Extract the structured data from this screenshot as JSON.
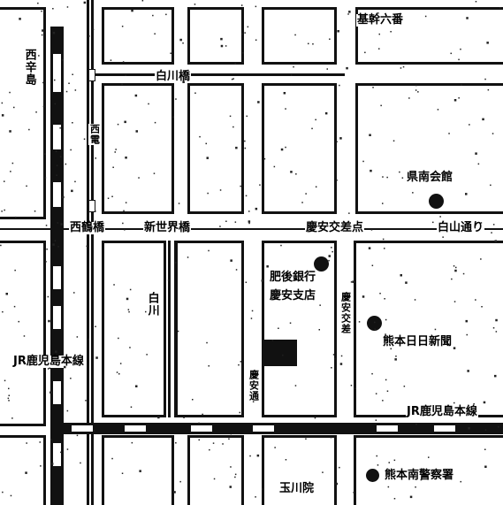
{
  "map": {
    "labels": {
      "ekimae_rokuban": "基幹六番",
      "shirakawa_bridge": "白川橋",
      "nishikara_shijin": "西辛島",
      "shoho_hall": "県南会館",
      "nishi_bashi": "西鶴橋",
      "shinsekai_bashi": "新世界橋",
      "keian_intersection": "慶安交差点",
      "shirayama_dori": "白山通り",
      "higo_bank_1": "肥後銀行",
      "higo_bank_2": "慶安支店",
      "shirakawa_river": "白川",
      "jr_left": "JR鹿児島本線",
      "kumamoto_nichinichi": "熊本日日新聞",
      "jr_right": "JR鹿児島本線",
      "kumamoto_kyoikai": "熊本南警察署",
      "tamakawa": "玉川院",
      "west_vertical": "西電",
      "keian_vertical": "慶安交差",
      "center_vertical": "慶安通"
    }
  }
}
